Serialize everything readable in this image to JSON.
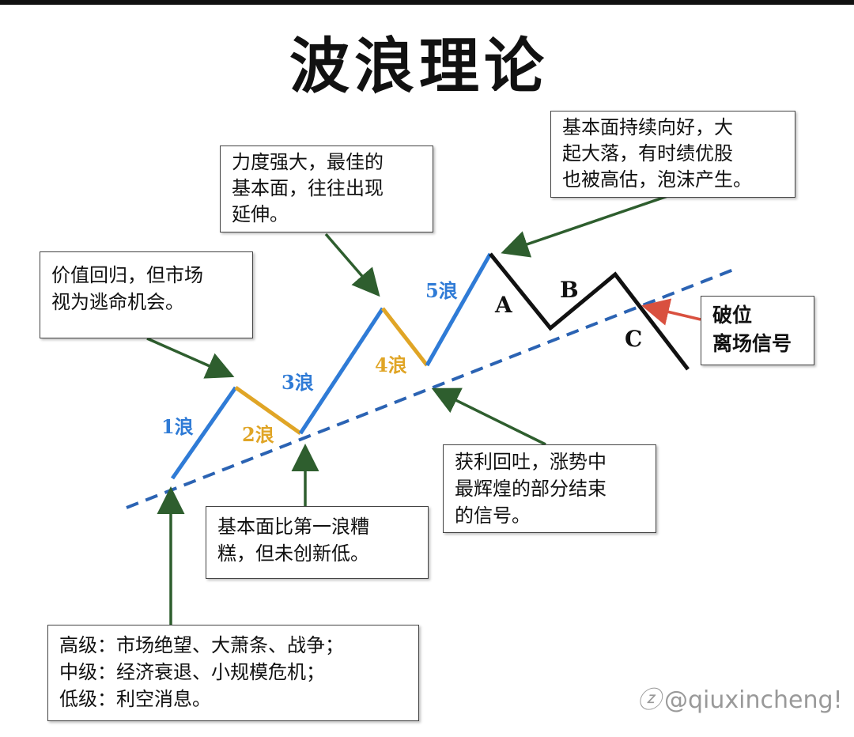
{
  "title": "波浪理论",
  "colors": {
    "impulse": "#2f7bd6",
    "correction": "#e0a526",
    "abc": "#111111",
    "trendline": "#2b63b3",
    "arrow_green": "#2e5e2e",
    "arrow_red": "#d9503f"
  },
  "waves": {
    "w1": "1浪",
    "w2": "2浪",
    "w3": "3浪",
    "w4": "4浪",
    "w5": "5浪",
    "a": "A",
    "b": "B",
    "c": "C"
  },
  "notes": {
    "origin": [
      "高级：市场绝望、大萧条、战争；",
      "中级：经济衰退、小规模危机；",
      "低级：利空消息。"
    ],
    "wave1": [
      "价值回归，但市场",
      "视为逃命机会。"
    ],
    "wave2": [
      "基本面比第一浪糟",
      "糕，但未创新低。"
    ],
    "wave3": [
      "力度强大，最佳的",
      "基本面，往往出现",
      "延伸。"
    ],
    "wave4": [
      "获利回吐，涨势中",
      "最辉煌的部分结束",
      "的信号。"
    ],
    "wave5": [
      "基本面持续向好，大",
      "起大落，有时绩优股",
      "也被高估，泡沫产生。"
    ],
    "breakout": [
      "破位",
      "离场信号"
    ]
  },
  "watermark": "@qiuxincheng!"
}
